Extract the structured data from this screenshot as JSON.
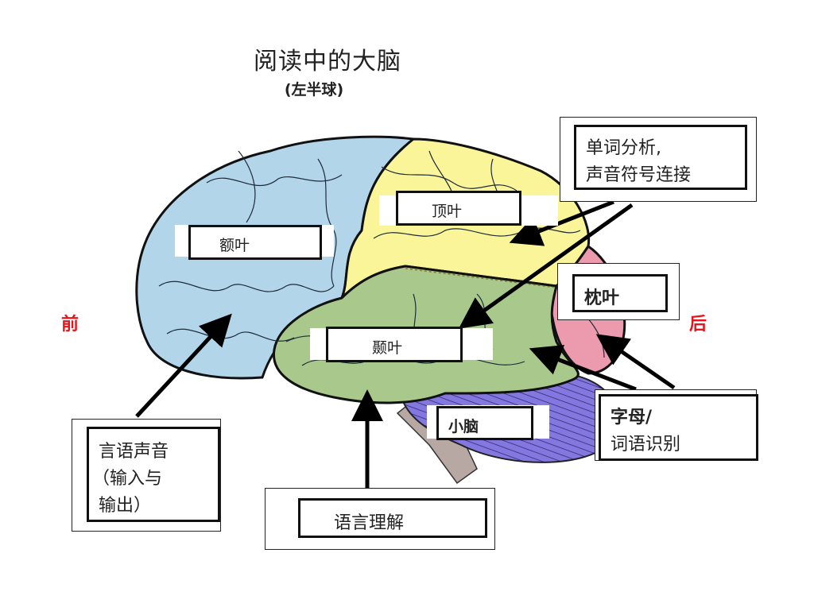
{
  "title": "阅读中的大脑",
  "subtitle": "(左半球)",
  "directions": {
    "front": "前",
    "back": "后"
  },
  "colors": {
    "frontal": "#b3d5ea",
    "parietal": "#fbf59a",
    "temporal": "#a9c98c",
    "occipital": "#ec9aae",
    "cerebellum": "#8377e0",
    "brainstem": "#b7a8a4",
    "direction_text": "#e8141b"
  },
  "lobes": {
    "frontal": "额叶",
    "parietal": "顶叶",
    "temporal": "颞叶",
    "occipital": "枕叶",
    "cerebellum": "小脑"
  },
  "callouts": {
    "word_analysis": {
      "line1": "单词分析,",
      "line2": "声音符号连接"
    },
    "speech": {
      "line1": "言语声音",
      "line2": "（输入与",
      "line3": "输出）"
    },
    "letter_recognition": {
      "line1": "字母/",
      "line2": "词语识别"
    },
    "language_comprehension": "语言理解"
  }
}
